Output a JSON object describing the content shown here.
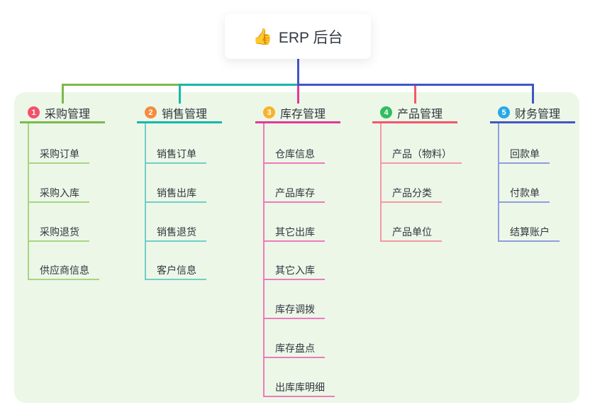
{
  "root": {
    "icon": "👍",
    "label": "ERP 后台"
  },
  "canvas": {
    "background": "#FFFFFF",
    "panel_background": "#ECF7E8",
    "text_color": "#32363E",
    "root_connector_color": "#4355C4"
  },
  "branches": [
    {
      "index": "1",
      "label": "采购管理",
      "badge_color": "#F4516C",
      "line_color": "#7CB84E",
      "light_line_color": "#A8D582",
      "children": [
        "采购订单",
        "采购入库",
        "采购退货",
        "供应商信息"
      ]
    },
    {
      "index": "2",
      "label": "销售管理",
      "badge_color": "#F78B3D",
      "line_color": "#14B8AC",
      "light_line_color": "#72CEC6",
      "children": [
        "销售订单",
        "销售出库",
        "销售退货",
        "客户信息"
      ]
    },
    {
      "index": "3",
      "label": "库存管理",
      "badge_color": "#F7B32B",
      "line_color": "#DF3A95",
      "light_line_color": "#EE7ABC",
      "children": [
        "仓库信息",
        "产品库存",
        "其它出库",
        "其它入库",
        "库存调拨",
        "库存盘点",
        "出库库明细"
      ]
    },
    {
      "index": "4",
      "label": "产品管理",
      "badge_color": "#2FBE60",
      "line_color": "#F4566B",
      "light_line_color": "#F49AA4",
      "children": [
        "产品（物料）",
        "产品分类",
        "产品单位"
      ]
    },
    {
      "index": "5",
      "label": "财务管理",
      "badge_color": "#29A8E8",
      "line_color": "#4355C4",
      "light_line_color": "#8E9FDE",
      "children": [
        "回款单",
        "付款单",
        "结算账户"
      ]
    }
  ]
}
